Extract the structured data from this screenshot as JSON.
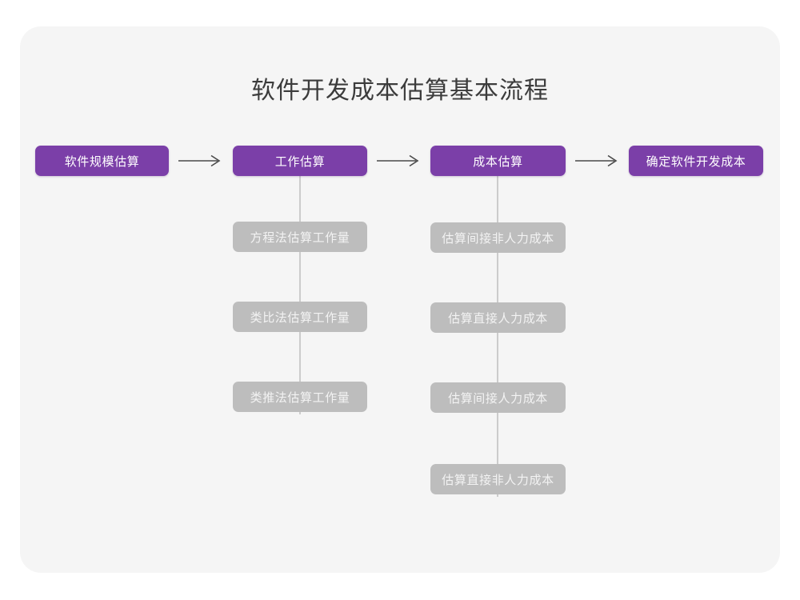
{
  "page": {
    "title": "软件开发成本估算基本流程",
    "background_color": "#ffffff",
    "card_color": "#f5f5f5"
  },
  "colors": {
    "primary": "#7b3fa8",
    "secondary": "#bdbdbd",
    "connector": "#cccccc",
    "title_text": "#3c3c3c",
    "primary_text": "#ffffff",
    "secondary_text": "#f3f3f3"
  },
  "flow": {
    "main_steps": [
      {
        "id": "size",
        "label": "软件规模估算"
      },
      {
        "id": "effort",
        "label": "工作估算"
      },
      {
        "id": "cost",
        "label": "成本估算"
      },
      {
        "id": "final",
        "label": "确定软件开发成本"
      }
    ],
    "arrows": [
      {
        "id": "arrow-1",
        "icon": "right-arrow-icon"
      },
      {
        "id": "arrow-2",
        "icon": "right-arrow-icon"
      },
      {
        "id": "arrow-3",
        "icon": "right-arrow-icon"
      }
    ],
    "effort_methods": [
      {
        "id": "equation",
        "label": "方程法估算工作量"
      },
      {
        "id": "analogy",
        "label": "类比法估算工作量"
      },
      {
        "id": "inference",
        "label": "类推法估算工作量"
      }
    ],
    "cost_components": [
      {
        "id": "indirect-nonlabor",
        "label": "估算间接非人力成本"
      },
      {
        "id": "direct-labor",
        "label": "估算直接人力成本"
      },
      {
        "id": "indirect-labor",
        "label": "估算间接人力成本"
      },
      {
        "id": "direct-nonlabor",
        "label": "估算直接非人力成本"
      }
    ]
  },
  "chart_data": {
    "type": "diagram",
    "title": "软件开发成本估算基本流程",
    "nodes": [
      {
        "id": "size",
        "label": "软件规模估算",
        "level": "main",
        "column": 1
      },
      {
        "id": "effort",
        "label": "工作估算",
        "level": "main",
        "column": 2
      },
      {
        "id": "cost",
        "label": "成本估算",
        "level": "main",
        "column": 3
      },
      {
        "id": "final",
        "label": "确定软件开发成本",
        "level": "main",
        "column": 4
      },
      {
        "id": "equation",
        "label": "方程法估算工作量",
        "level": "sub",
        "parent": "effort"
      },
      {
        "id": "analogy",
        "label": "类比法估算工作量",
        "level": "sub",
        "parent": "effort"
      },
      {
        "id": "inference",
        "label": "类推法估算工作量",
        "level": "sub",
        "parent": "effort"
      },
      {
        "id": "indirect-nonlabor",
        "label": "估算间接非人力成本",
        "level": "sub",
        "parent": "cost"
      },
      {
        "id": "direct-labor",
        "label": "估算直接人力成本",
        "level": "sub",
        "parent": "cost"
      },
      {
        "id": "indirect-labor",
        "label": "估算间接人力成本",
        "level": "sub",
        "parent": "cost"
      },
      {
        "id": "direct-nonlabor",
        "label": "估算直接非人力成本",
        "level": "sub",
        "parent": "cost"
      }
    ],
    "edges": [
      {
        "from": "size",
        "to": "effort",
        "style": "arrow"
      },
      {
        "from": "effort",
        "to": "cost",
        "style": "arrow"
      },
      {
        "from": "cost",
        "to": "final",
        "style": "arrow"
      },
      {
        "from": "effort",
        "to": "equation",
        "style": "line"
      },
      {
        "from": "effort",
        "to": "analogy",
        "style": "line"
      },
      {
        "from": "effort",
        "to": "inference",
        "style": "line"
      },
      {
        "from": "cost",
        "to": "indirect-nonlabor",
        "style": "line"
      },
      {
        "from": "cost",
        "to": "direct-labor",
        "style": "line"
      },
      {
        "from": "cost",
        "to": "indirect-labor",
        "style": "line"
      },
      {
        "from": "cost",
        "to": "direct-nonlabor",
        "style": "line"
      }
    ]
  }
}
